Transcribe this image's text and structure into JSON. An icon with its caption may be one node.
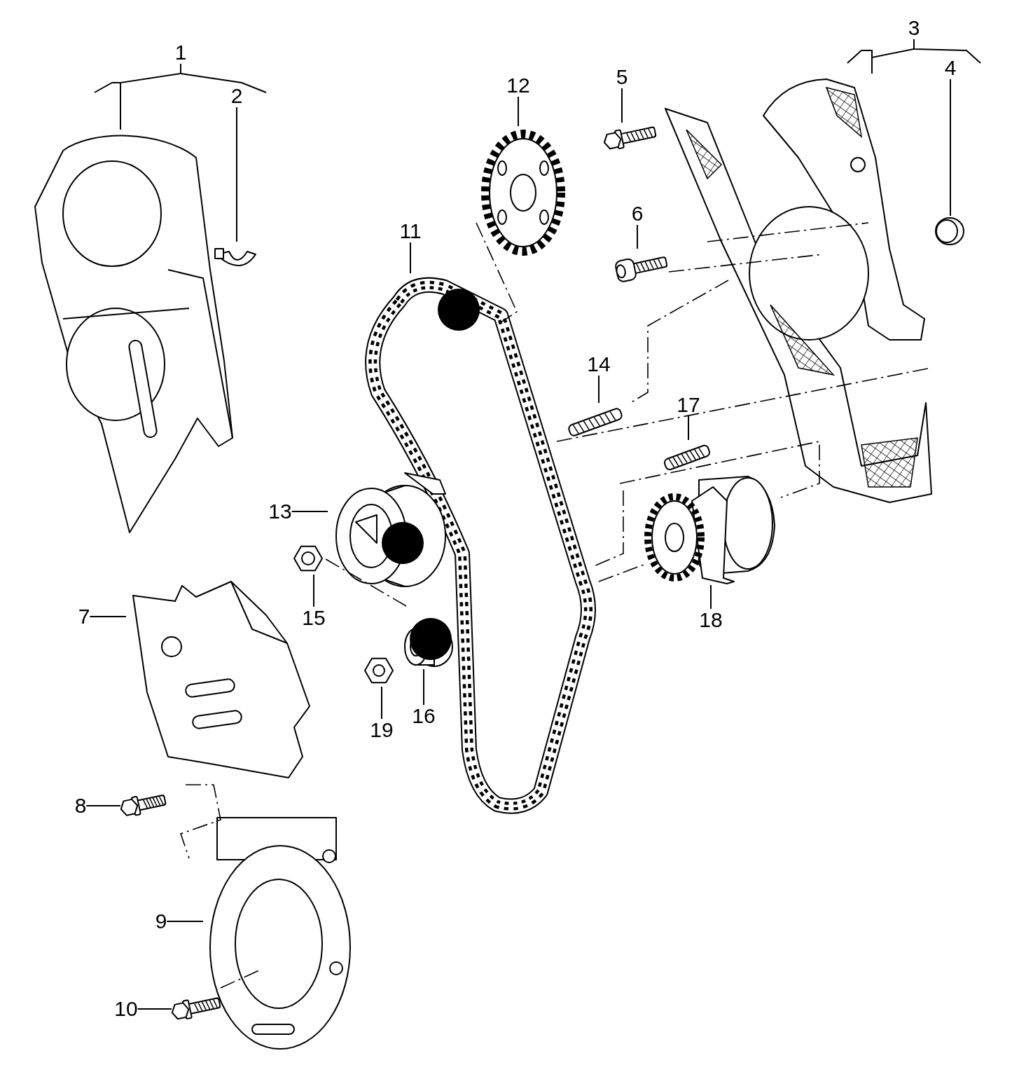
{
  "diagram": {
    "nodes": [
      {
        "text": [
          "1"
        ]
      },
      {
        "text": [
          "2"
        ]
      },
      {
        "text": [
          "3"
        ]
      },
      {
        "text": [
          "4"
        ]
      },
      {
        "text": [
          "5"
        ]
      },
      {
        "text": [
          "6"
        ]
      },
      {
        "text": [
          "7"
        ]
      },
      {
        "text": [
          "8"
        ]
      },
      {
        "text": [
          "9"
        ]
      },
      {
        "text": [
          "10"
        ]
      },
      {
        "text": [
          "11"
        ]
      },
      {
        "text": [
          "12"
        ]
      },
      {
        "text": [
          "13"
        ]
      },
      {
        "text": [
          "14"
        ]
      },
      {
        "text": [
          "15"
        ]
      },
      {
        "text": [
          "16"
        ]
      },
      {
        "text": [
          "17"
        ]
      },
      {
        "text": [
          "18"
        ]
      },
      {
        "text": [
          "19"
        ]
      },
      {
        "text": [],
        "shape": "picture"
      },
      {
        "text": [],
        "shape": "picture"
      },
      {
        "text": [],
        "shape": "picture"
      },
      {
        "text": [],
        "shape": "picture"
      },
      {
        "text": [],
        "shape": "picture"
      },
      {
        "text": [],
        "shape": "picture"
      },
      {
        "text": [],
        "shape": "picture"
      },
      {
        "text": [],
        "shape": "picture"
      },
      {
        "text": [],
        "shape": "picture"
      },
      {
        "text": [],
        "shape": "picture"
      },
      {
        "text": [],
        "shape": "picture"
      },
      {
        "text": [],
        "shape": "picture"
      },
      {
        "text": [],
        "shape": "picture"
      },
      {
        "text": [],
        "shape": "picture"
      },
      {
        "text": [],
        "shape": "picture"
      },
      {
        "text": [],
        "shape": "picture"
      },
      {
        "text": [],
        "shape": "picture"
      },
      {
        "text": [],
        "shape": "picture"
      },
      {
        "text": [],
        "shape": "picture"
      }
    ],
    "edges": [
      {
        "from": 0,
        "to": 19,
        "arrow": "none"
      },
      {
        "from": 1,
        "to": 20,
        "arrow": "none"
      },
      {
        "from": 2,
        "to": 21,
        "arrow": "none"
      },
      {
        "from": 3,
        "to": 22,
        "arrow": "none"
      },
      {
        "from": 4,
        "to": 23,
        "arrow": "none"
      },
      {
        "from": 5,
        "to": 24,
        "arrow": "none"
      },
      {
        "from": 6,
        "to": 25,
        "arrow": "none"
      },
      {
        "from": 7,
        "to": 26,
        "arrow": "none"
      },
      {
        "from": 8,
        "to": 27,
        "arrow": "none"
      },
      {
        "from": 9,
        "to": 28,
        "arrow": "none"
      },
      {
        "from": 10,
        "to": 29,
        "arrow": "none"
      },
      {
        "from": 11,
        "to": 30,
        "arrow": "none"
      },
      {
        "from": 12,
        "to": 31,
        "arrow": "none"
      },
      {
        "from": 13,
        "to": 32,
        "arrow": "none"
      },
      {
        "from": 14,
        "to": 33,
        "arrow": "none"
      },
      {
        "from": 15,
        "to": 34,
        "arrow": "none"
      },
      {
        "from": 16,
        "to": 35,
        "arrow": "none"
      },
      {
        "from": 17,
        "to": 36,
        "arrow": "none"
      },
      {
        "from": 18,
        "to": 37,
        "arrow": "none"
      }
    ]
  }
}
